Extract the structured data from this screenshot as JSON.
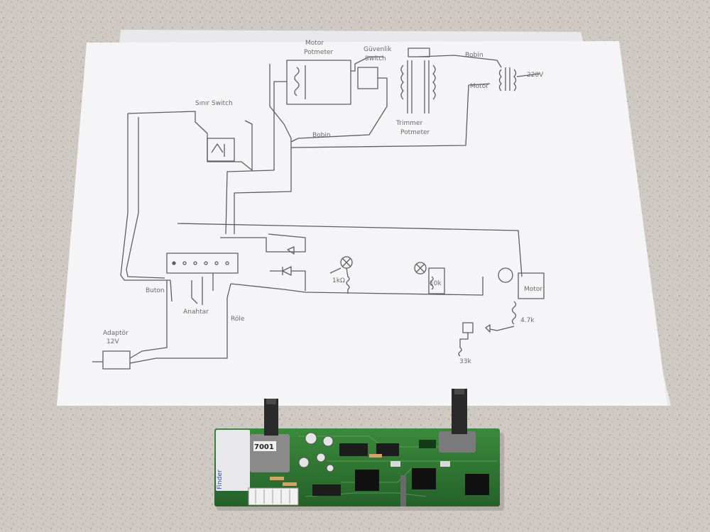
{
  "scene": {
    "description_colors": {
      "countertop": "#cfc9c3",
      "paper": "#f4f4f6",
      "ink": "#5e5e5e",
      "pcb_green": "#2f7a32",
      "pcb_dark": "#1f4f22",
      "relay_white": "#e8e8ec",
      "knob_black": "#2a2a2a"
    },
    "handwritten_labels": {
      "motor_top": "Motor",
      "motor_top_sub": "Potmeter",
      "safety_switch": "Güvenlik",
      "safety_switch_sub": "Switch",
      "trimmer": "Trimmer",
      "trimmer_sub": "Potmeter",
      "bottom_wire": "Bobin",
      "limit_switch": "Sınır Switch",
      "coil": "Bobin",
      "power_in": "220V",
      "motor_label": "Motor",
      "resistor_1": "1kΩ",
      "resistor_2": "4.7k",
      "resistor_3": "33k",
      "resistor_4": "10k",
      "relay_label": "Röle",
      "button_label": "Buton",
      "switch_label": "Anahtar",
      "power_block": "Adaptör",
      "power_block_sub": "12V",
      "motor2": "Motor"
    },
    "pcb": {
      "chip_label": "7001",
      "relay_brand": "Finder"
    }
  }
}
